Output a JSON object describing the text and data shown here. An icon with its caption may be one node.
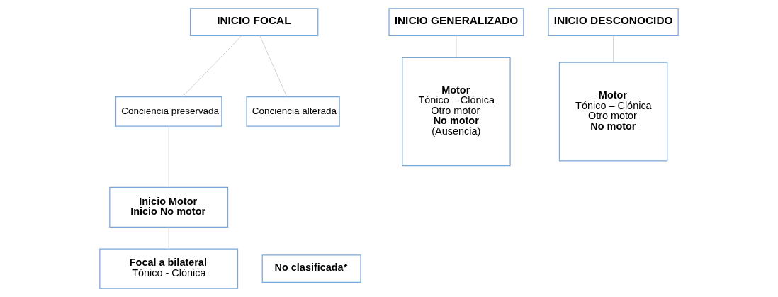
{
  "diagram": {
    "nodes": [
      {
        "text": [
          "INICIO FOCAL"
        ]
      },
      {
        "text": [
          "Conciencia preservada"
        ]
      },
      {
        "text": [
          "Conciencia alterada"
        ]
      },
      {
        "text": [
          "Inicio Motor",
          "Inicio No motor"
        ]
      },
      {
        "text": [
          "Focal a bilateral",
          "Tónico - Clónica"
        ]
      },
      {
        "text": [
          "INICIO GENERALIZADO"
        ]
      },
      {
        "text": [
          "Motor",
          "Tónico – Clónica",
          "Otro motor",
          "No motor",
          "(Ausencia)"
        ]
      },
      {
        "text": [
          "INICIO DESCONOCIDO"
        ]
      },
      {
        "text": [
          "Motor",
          "Tónico – Clónica",
          "Otro motor",
          "No motor"
        ]
      },
      {
        "text": [
          "No clasificada*"
        ]
      }
    ],
    "edges": [
      {
        "from": 0,
        "to": 1,
        "arrow": "none"
      },
      {
        "from": 0,
        "to": 2,
        "arrow": "none"
      },
      {
        "from": 1,
        "to": 3,
        "arrow": "none"
      },
      {
        "from": 3,
        "to": 4,
        "arrow": "none"
      },
      {
        "from": 5,
        "to": 6,
        "arrow": "none"
      },
      {
        "from": 7,
        "to": 8,
        "arrow": "none"
      }
    ]
  }
}
